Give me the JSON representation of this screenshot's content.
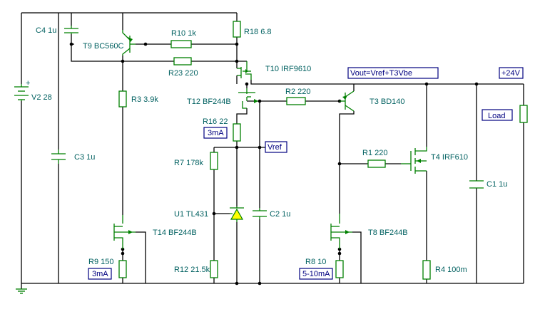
{
  "components": {
    "c4": "C4 1u",
    "t9": "T9 BC560C",
    "r10": "R10 1k",
    "r18": "R18 6.8",
    "r23": "R23 220",
    "t10": "T10 IRF9610",
    "v2": "V2 28",
    "r3": "R3 3.9k",
    "t12": "T12 BF244B",
    "r2": "R2 220",
    "t3": "T3 BD140",
    "r16": "R16 22",
    "c3": "C3 1u",
    "r7": "R7 178k",
    "r1": "R1 220",
    "t4": "T4 IRF610",
    "c1": "C1 1u",
    "u1": "U1 TL431",
    "c2": "C2 1u",
    "t14": "T14 BF244B",
    "t8": "T8 BF244B",
    "r9": "R9 150",
    "r12": "R12 21.5k",
    "r8": "R8 10",
    "r4": "R4 100m"
  },
  "annotations": {
    "vout": "Vout=Vref+T3Vbe",
    "out": "+24V",
    "load": "Load",
    "vref": "Vref",
    "i_t12": "3mA",
    "i_t14": "3mA",
    "i_t8": "5-10mA"
  },
  "battery_plus": "+"
}
